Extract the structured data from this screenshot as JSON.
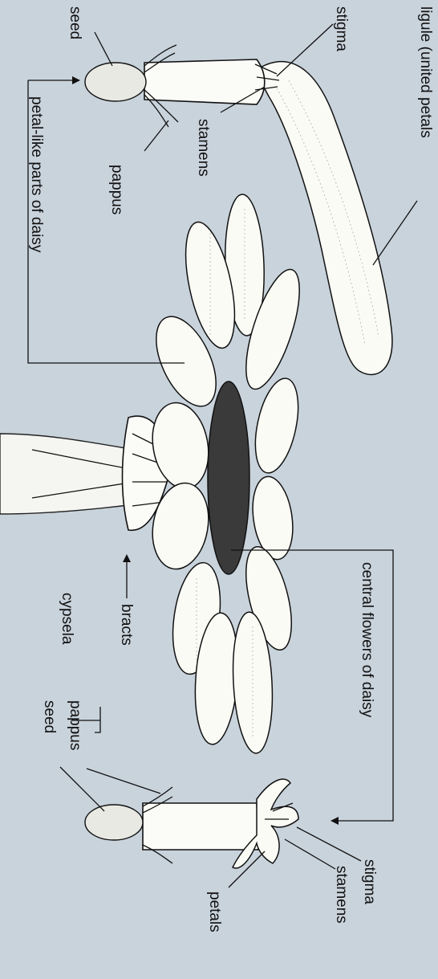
{
  "labels": {
    "seed_top": "seed",
    "stigma_top": "stigma",
    "ligule": "ligule (united petals",
    "stamens_top": "stamens",
    "pappus_top": "pappus",
    "petal_like_parts": "petal-like parts of daisy",
    "central_flowers": "central flowers of daisy",
    "bracts": "bracts",
    "cypsela": "cypsela",
    "pappus_bottom": "pappus",
    "seed_bottom": "seed",
    "stigma_bottom": "stigma",
    "stamens_bottom": "stamens",
    "petals_bottom": "petals"
  }
}
